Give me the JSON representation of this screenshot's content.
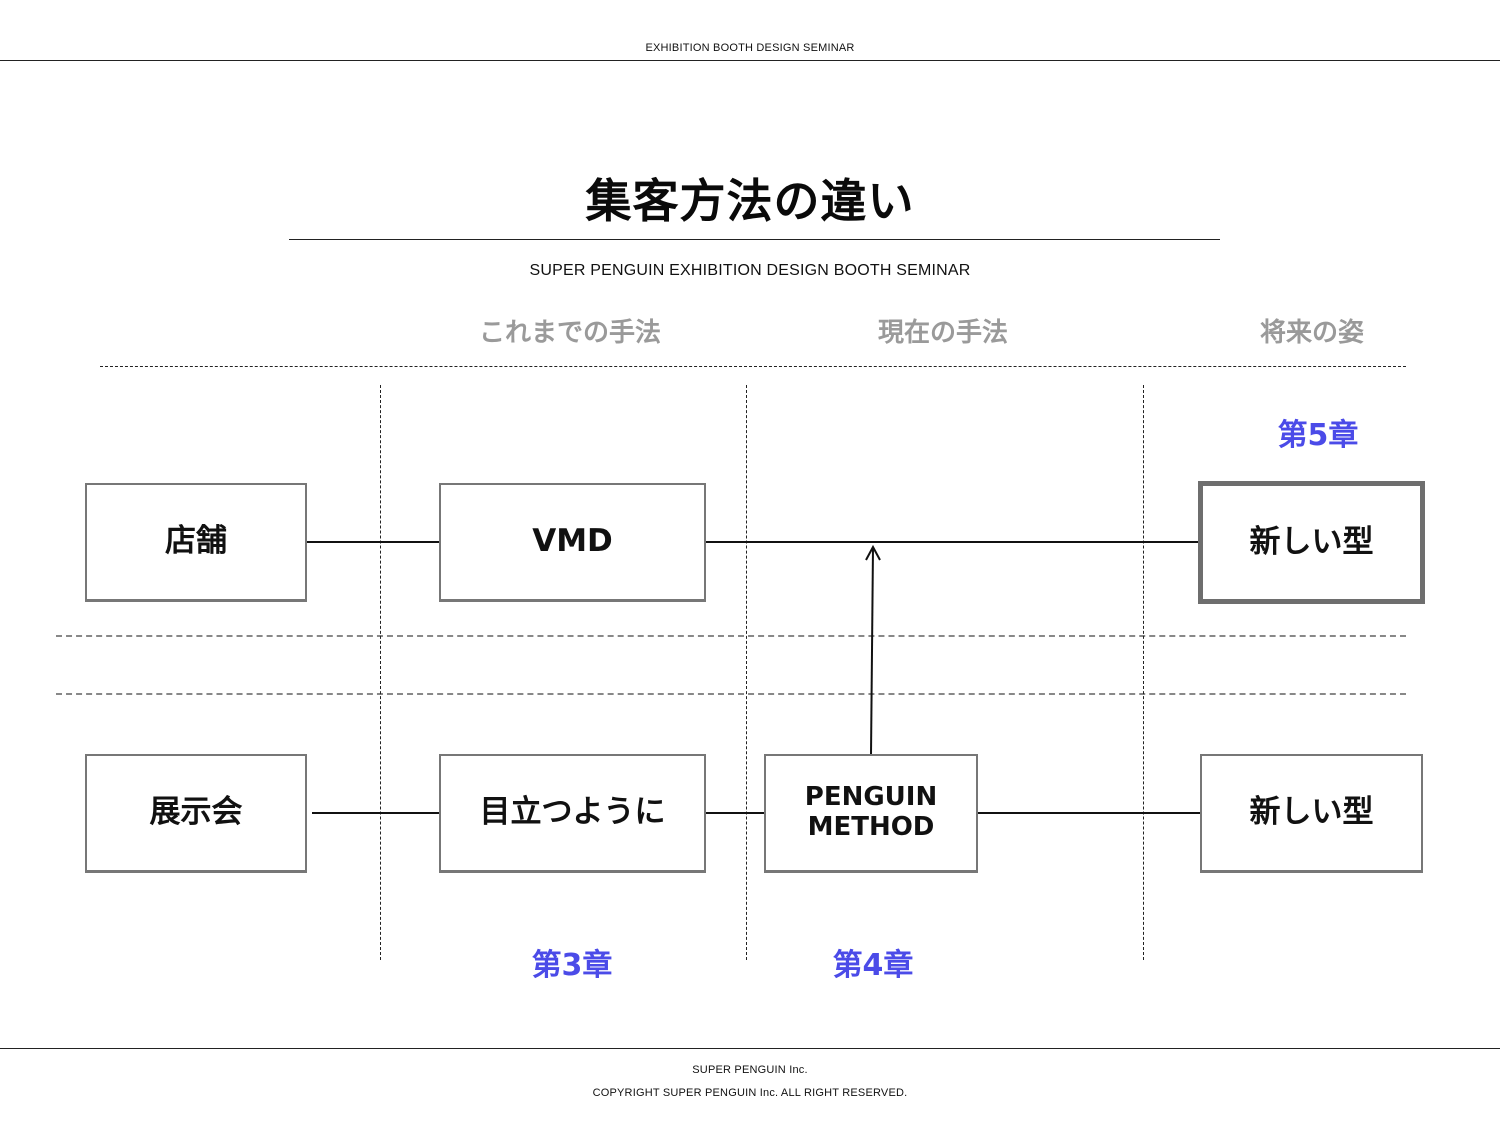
{
  "header": {
    "text": "EXHIBITION BOOTH DESIGN SEMINAR"
  },
  "slide": {
    "title": "集客方法の違い",
    "subtitle": "SUPER PENGUIN EXHIBITION DESIGN BOOTH SEMINAR"
  },
  "columns": {
    "past": "これまでの手法",
    "current": "現在の手法",
    "future": "将来の姿"
  },
  "rows": {
    "store": {
      "label": "店舗",
      "past": "VMD",
      "future": "新しい型"
    },
    "exhibition": {
      "label": "展示会",
      "past": "目立つように",
      "current_line1": "PENGUIN",
      "current_line2": "METHOD",
      "future": "新しい型"
    }
  },
  "chapters": {
    "ch3": "第3章",
    "ch4": "第4章",
    "ch5": "第5章"
  },
  "footer": {
    "company": "SUPER PENGUIN Inc.",
    "copyright": "COPYRIGHT SUPER PENGUIN Inc. ALL RIGHT RESERVED."
  },
  "colors": {
    "chapter_accent": "#4b4be8",
    "column_heading": "#9a9a9a"
  }
}
